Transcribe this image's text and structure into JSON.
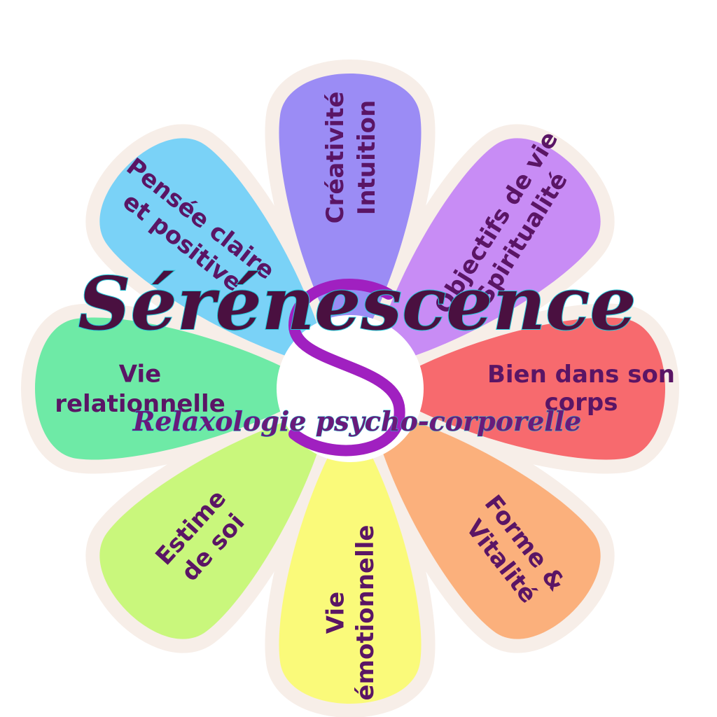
{
  "brand": {
    "title": "Sérénescence",
    "subtitle": "Relaxologie psycho-corporelle",
    "accent": "#a020c0",
    "title_color": "#4a1040",
    "outline_color": "#22c8d8"
  },
  "petals": [
    {
      "id": "creativite",
      "lines": [
        "Créativité",
        "Intuition"
      ],
      "color": "#9b8cf5"
    },
    {
      "id": "objectifs",
      "lines": [
        "Objectifs de vie",
        "Spiritualité"
      ],
      "color": "#c88cf5"
    },
    {
      "id": "corps",
      "lines": [
        "Bien dans son",
        "corps"
      ],
      "color": "#f76a6e"
    },
    {
      "id": "forme",
      "lines": [
        "Forme &",
        "Vitalité"
      ],
      "color": "#fbb07c"
    },
    {
      "id": "emotionnelle",
      "lines": [
        "Vie",
        "émotionnelle"
      ],
      "color": "#fafa7a"
    },
    {
      "id": "estime",
      "lines": [
        "Estime",
        "de soi"
      ],
      "color": "#c9f77c"
    },
    {
      "id": "relationnelle",
      "lines": [
        "Vie",
        "relationnelle"
      ],
      "color": "#6eeaa6"
    },
    {
      "id": "pensee",
      "lines": [
        "Pensée claire",
        "et positive"
      ],
      "color": "#7ad2f7"
    }
  ],
  "center_color": "#ffffff"
}
